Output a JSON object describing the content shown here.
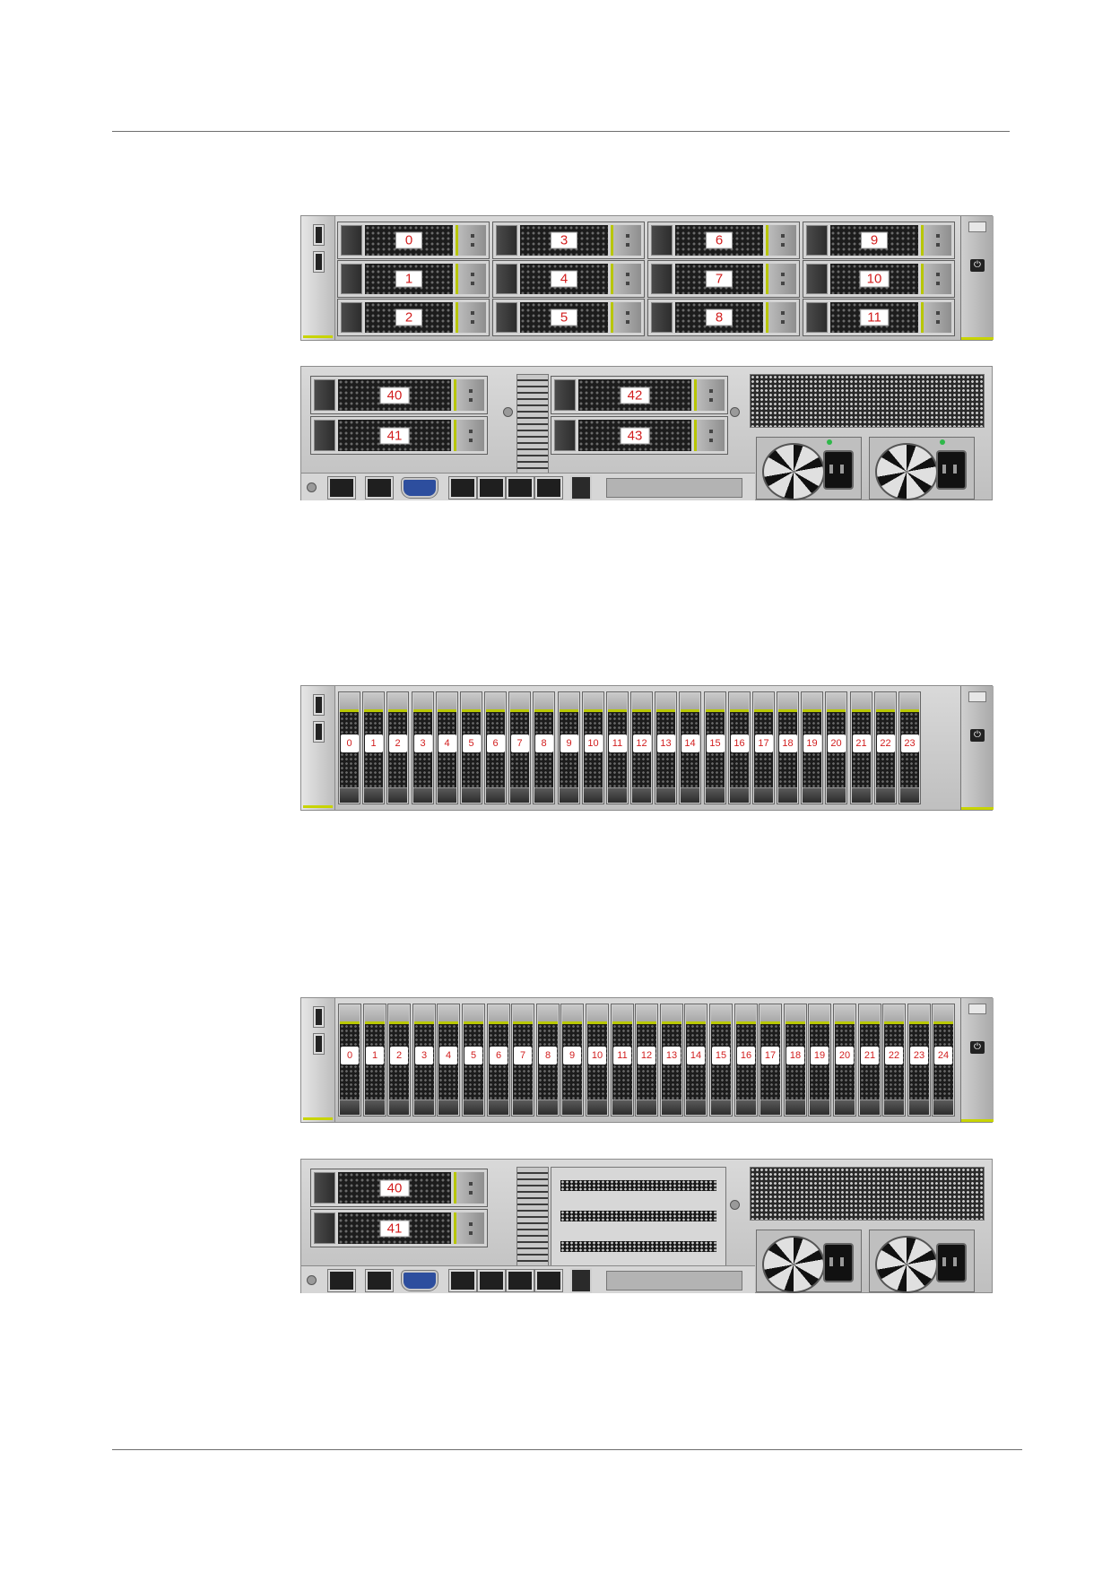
{
  "figure1_front": {
    "drive_labels": [
      "0",
      "3",
      "6",
      "9",
      "1",
      "4",
      "7",
      "10",
      "2",
      "5",
      "8",
      "11"
    ]
  },
  "figure1_rear": {
    "drive_labels": [
      "40",
      "41",
      "42",
      "43"
    ]
  },
  "figure2_front": {
    "drive_labels": [
      "0",
      "1",
      "2",
      "3",
      "4",
      "5",
      "6",
      "7",
      "8",
      "9",
      "10",
      "11",
      "12",
      "13",
      "14",
      "15",
      "16",
      "17",
      "18",
      "19",
      "20",
      "21",
      "22",
      "23"
    ]
  },
  "figure3_front": {
    "drive_labels": [
      "0",
      "1",
      "2",
      "3",
      "4",
      "5",
      "6",
      "7",
      "8",
      "9",
      "10",
      "11",
      "12",
      "13",
      "14",
      "15",
      "16",
      "17",
      "18",
      "19",
      "20",
      "21",
      "22",
      "23",
      "24"
    ]
  },
  "figure3_rear": {
    "drive_labels": [
      "40",
      "41"
    ]
  },
  "icons": {
    "power_glyph": "⏻"
  },
  "colors": {
    "label_text": "#d21e1e",
    "accent_green": "#c8d400"
  }
}
